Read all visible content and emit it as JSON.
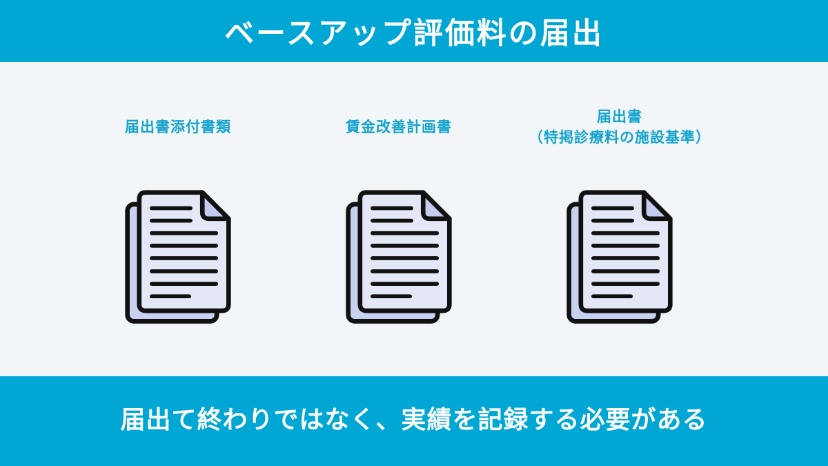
{
  "header": {
    "title": "ベースアップ評価料の届出"
  },
  "documents": [
    {
      "label": "届出書添付書類",
      "icon": "document-stack-icon"
    },
    {
      "label": "賃金改善計画書",
      "icon": "document-stack-icon"
    },
    {
      "label": "届出書\n（特掲診療料の施設基準）",
      "icon": "document-stack-icon"
    }
  ],
  "footer": {
    "message": "届出て終わりではなく、実績を記録する必要がある"
  },
  "colors": {
    "banner_cyan": "#00a7d4",
    "background": "#f2f6f9",
    "label_cyan": "#16a3cd",
    "banner_text": "#ffffff",
    "page_front": "#e4e7f6",
    "page_back": "#c9d1f0",
    "page_fold": "#c4ccef",
    "outline": "#111111"
  }
}
